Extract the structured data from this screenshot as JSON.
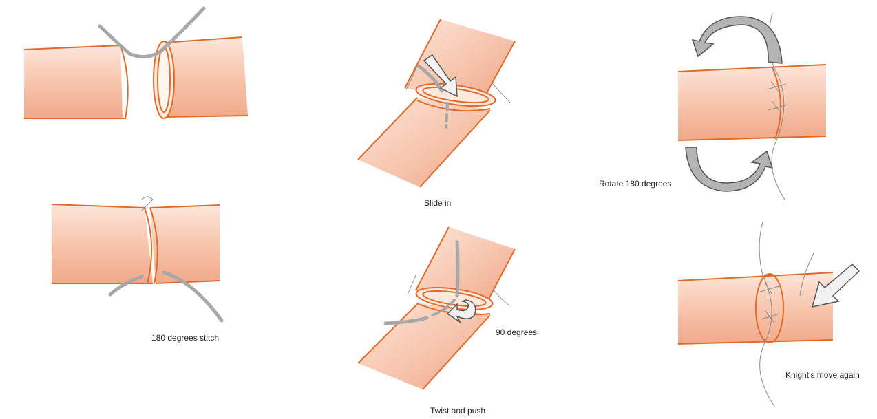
{
  "labels": {
    "stitch_180": "180 degrees stitch",
    "slide_in": "Slide in",
    "degrees_90": "90 degrees",
    "twist_and_push": "Twist and push",
    "rotate_180": "Rotate 180 degrees",
    "knights_move": "Knight’s move again"
  },
  "colors": {
    "vessel_outline": "#e06a2a",
    "vessel_fill": "#f6c2a8",
    "suture": "#a8a8a8",
    "thin_suture": "#8a8a8a",
    "arrow_fill_light": "#f2f2f2",
    "arrow_fill_gray": "#b4b4b4",
    "arrow_outline": "#555555"
  }
}
